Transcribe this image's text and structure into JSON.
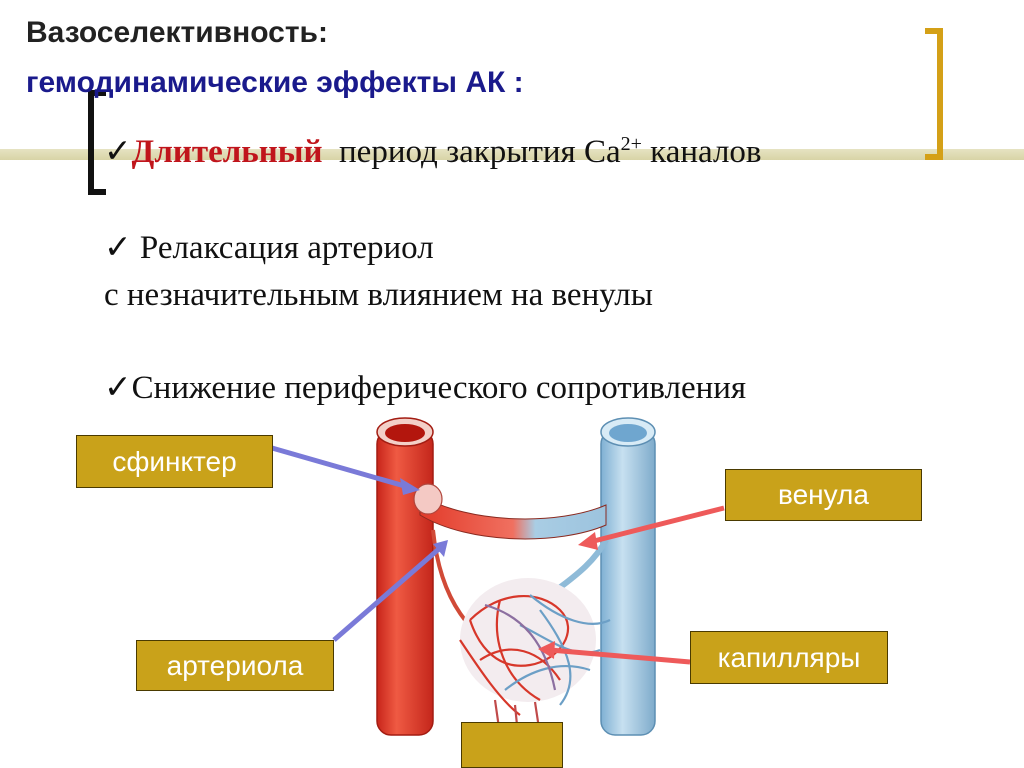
{
  "title": {
    "line1": "Вазоселективность:",
    "line2": "гемодинамические эффекты АК :"
  },
  "bullets": {
    "b1_check": "✓",
    "b1_highlight": "Длительный",
    "b1_rest": "период  закрытия Са",
    "b1_sup": "2+",
    "b1_tail": "каналов",
    "b2_line1": "✓ Релаксация артериол",
    "b2_line2": "с незначительным влиянием на венулы",
    "b3": "✓Снижение периферического сопротивления"
  },
  "labels": {
    "sphincter": "сфинктер",
    "venule": "венула",
    "arteriole": "артериола",
    "capillaries": "капилляры"
  },
  "colors": {
    "label_bg": "#c9a21a",
    "artery": "#e8412d",
    "vein": "#9cc3de",
    "bracket": "#d4a017",
    "accent_red": "#c0151b",
    "title_blue": "#1a1a8c"
  }
}
